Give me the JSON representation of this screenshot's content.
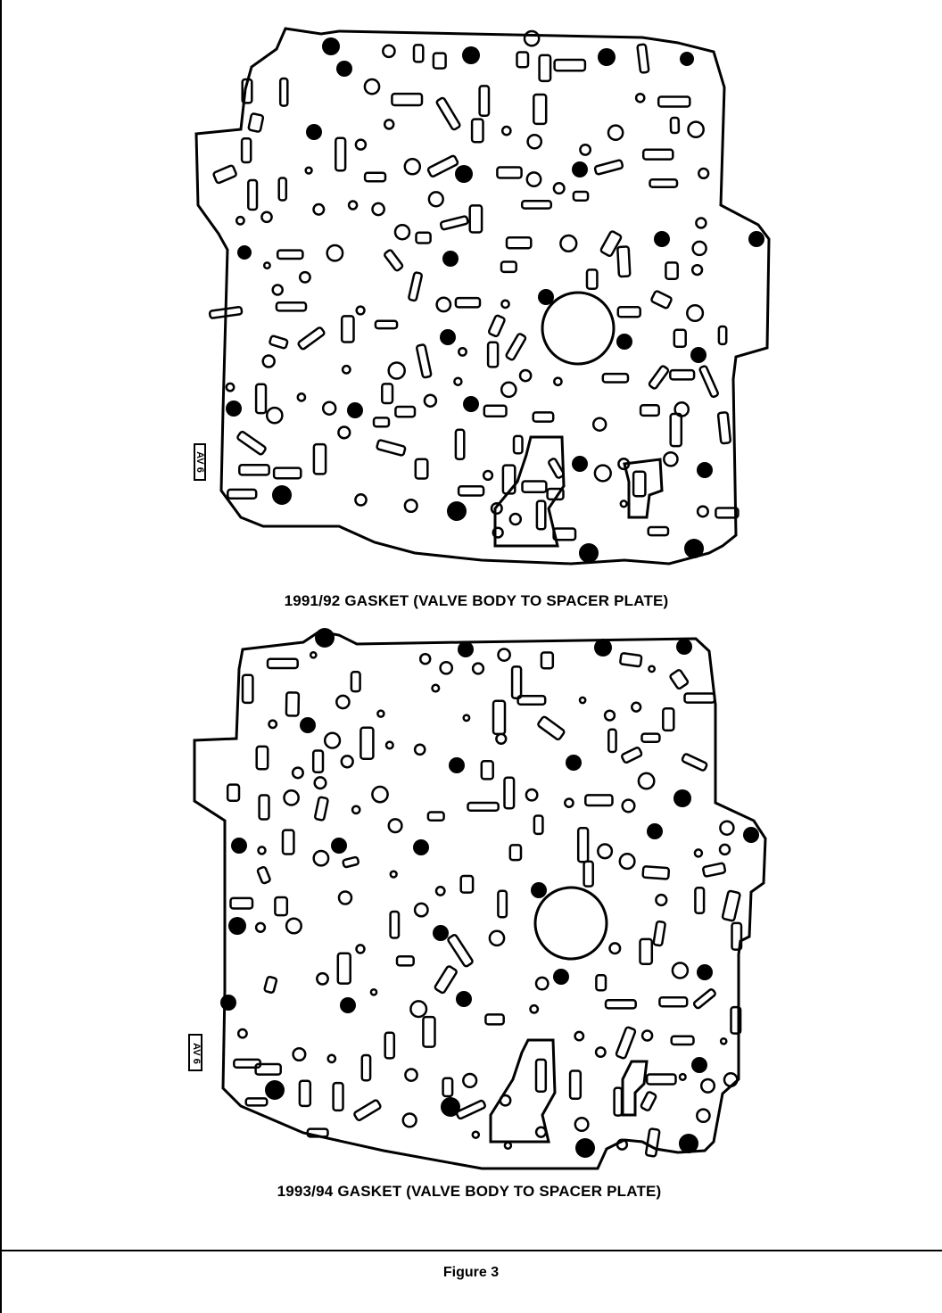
{
  "figure": {
    "label": "Figure 3"
  },
  "gaskets": [
    {
      "caption": "1991/92 GASKET (VALVE BODY TO SPACER PLATE)",
      "stamp": "AV 6"
    },
    {
      "caption": "1993/94 GASKET (VALVE BODY TO SPACER PLATE)",
      "stamp": "AV 6"
    }
  ],
  "colors": {
    "ink": "#000000",
    "paper": "#ffffff"
  }
}
